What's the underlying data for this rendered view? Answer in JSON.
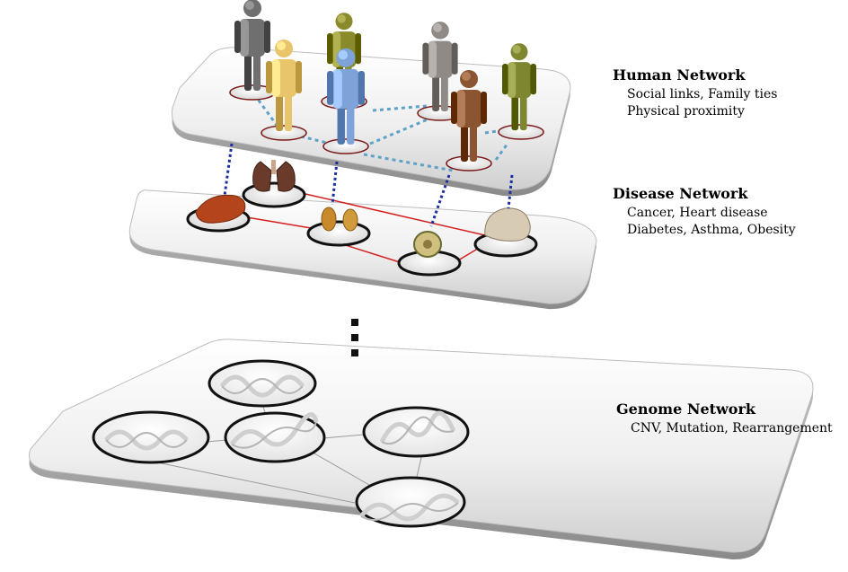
{
  "layers": [
    {
      "id": "human",
      "title": "Human Network",
      "lines": [
        "Social links, Family ties",
        "Physical proximity"
      ]
    },
    {
      "id": "disease",
      "title": "Disease Network",
      "lines": [
        "Cancer, Heart disease",
        "Diabetes, Asthma, Obesity"
      ]
    },
    {
      "id": "genome",
      "title": "Genome Network",
      "lines": [
        "CNV, Mutation, Rearrangement"
      ]
    }
  ],
  "figures": [
    {
      "name": "person-gray-back-left",
      "color": "#6f6f6f"
    },
    {
      "name": "person-olive-back",
      "color": "#8a8a2a"
    },
    {
      "name": "person-gray-back-right",
      "color": "#8f8a85"
    },
    {
      "name": "person-olive-right",
      "color": "#7f8630"
    },
    {
      "name": "person-yellow",
      "color": "#e8c46a"
    },
    {
      "name": "person-blue",
      "color": "#7ea3d9"
    },
    {
      "name": "person-brown",
      "color": "#8a5530"
    }
  ],
  "organs": [
    {
      "name": "liver-icon",
      "color": "#b3441c"
    },
    {
      "name": "lungs-icon",
      "color": "#6a3a2a"
    },
    {
      "name": "pancreas-icon",
      "color": "#c98a2c"
    },
    {
      "name": "bone-cross-section-icon",
      "color": "#cfc080"
    },
    {
      "name": "stomach-icon",
      "color": "#d8cbb3"
    }
  ],
  "colors": {
    "human_links": "#5fa2c8",
    "inter_layer": "#1a2ea0",
    "disease_links": "#d42020",
    "genome_links": "#999999",
    "plate_fill": "#f3f3f3",
    "plate_edge": "#b9b9b9"
  }
}
